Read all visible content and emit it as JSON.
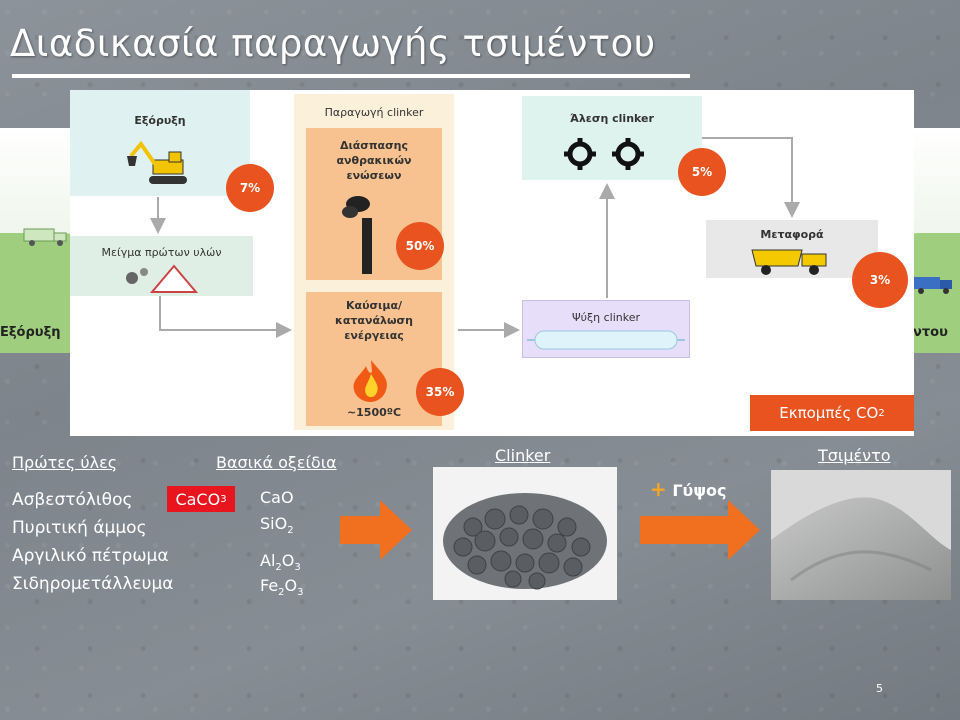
{
  "title": "Διαδικασία παραγωγής τσιμέντου",
  "background_strip": {
    "left_label": "Εξόρυξη",
    "right_label": "ντου"
  },
  "diagram": {
    "extraction": {
      "label": "Εξόρυξη",
      "percent": "7%"
    },
    "mix": {
      "label": "Μείγμα πρώτων υλών"
    },
    "clinker_production": {
      "label": "Παραγωγή clinker",
      "decarbonation": {
        "label": "Διάσπασης ανθρακικών ενώσεων",
        "percent": "50%"
      },
      "fuel": {
        "label": "Καύσιμα/ κατανάλωση ενέργειας",
        "temp": "~1500ºC",
        "percent": "35%"
      }
    },
    "cooling": {
      "label": "Ψύξη clinker"
    },
    "grinding": {
      "label": "Άλεση clinker",
      "percent": "5%"
    },
    "transport": {
      "label": "Μεταφορά",
      "percent": "3%"
    },
    "emissions": {
      "prefix": "Εκπομπές CO",
      "sub": "2"
    }
  },
  "raw_materials": {
    "header": "Πρώτες ύλες",
    "items": [
      "Ασβεστόλιθος",
      "Πυριτική άμμος",
      "Αργιλικό πέτρωμα",
      "Σιδηρομετάλλευμα"
    ],
    "caco3": {
      "base": "CaCO",
      "sub": "3"
    }
  },
  "oxides": {
    "header": "Βασικά οξείδια",
    "items": [
      {
        "a": "CaO",
        "s1": "",
        "b": "",
        "s2": ""
      },
      {
        "a": "SiO",
        "s1": "2",
        "b": "",
        "s2": ""
      },
      {
        "a": "Al",
        "s1": "2",
        "b": "O",
        "s2": "3"
      },
      {
        "a": "Fe",
        "s1": "2",
        "b": "O",
        "s2": "3"
      }
    ]
  },
  "clinker": {
    "label": "Clinker"
  },
  "gypsum": {
    "plus": "+",
    "label": "Γύψος"
  },
  "cement": {
    "label": "Τσιμέντο"
  },
  "page_number": "5",
  "colors": {
    "accent_orange": "#e8531f",
    "caco3_red": "#e8141e",
    "arrow_orange": "#f07020"
  }
}
